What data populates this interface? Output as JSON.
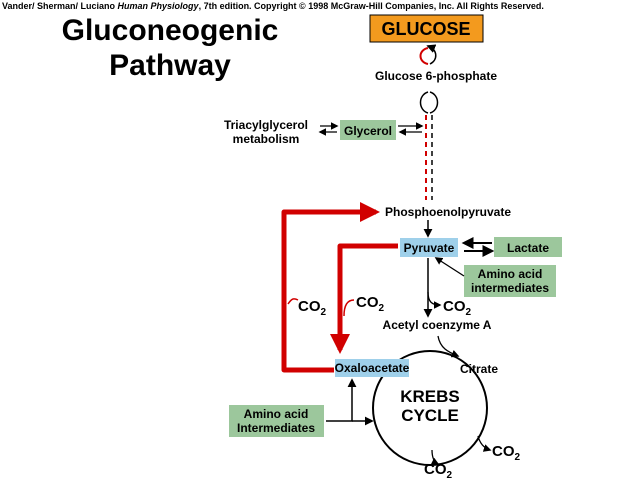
{
  "credit": {
    "prefix": "Vander/ Sherman/ Luciano ",
    "book": "Human Physiology",
    "suffix": ", 7th edition. Copyright © 1998 McGraw-Hill Companies, Inc. All Rights Reserved."
  },
  "title": {
    "line1": "Gluconeogenic",
    "line2": "Pathway"
  },
  "nodes": {
    "glucose": "GLUCOSE",
    "glucose_6_phosphate": "Glucose 6-phosphate",
    "triacylglycerol_line1": "Triacylglycerol",
    "triacylglycerol_line2": "metabolism",
    "glycerol": "Glycerol",
    "phosphoenolpyruvate": "Phosphoenolpyruvate",
    "pyruvate": "Pyruvate",
    "lactate": "Lactate",
    "amino_acid_intermediates_line1": "Amino acid",
    "amino_acid_intermediates_line2": "intermediates",
    "acetyl_coa": "Acetyl coenzyme A",
    "oxaloacetate": "Oxaloacetate",
    "citrate": "Citrate",
    "krebs_line1": "KREBS",
    "krebs_line2": "CYCLE",
    "amino_acid_lower_line1": "Amino acid",
    "amino_acid_lower_line2": "Intermediates",
    "co2_base": "CO",
    "co2_sub": "2"
  },
  "colors": {
    "glucose_box": "#f39a1e",
    "green_box": "#9cc79c",
    "blue_box": "#9fd0ea",
    "red_arrow": "#d10000",
    "dark": "#000000"
  }
}
